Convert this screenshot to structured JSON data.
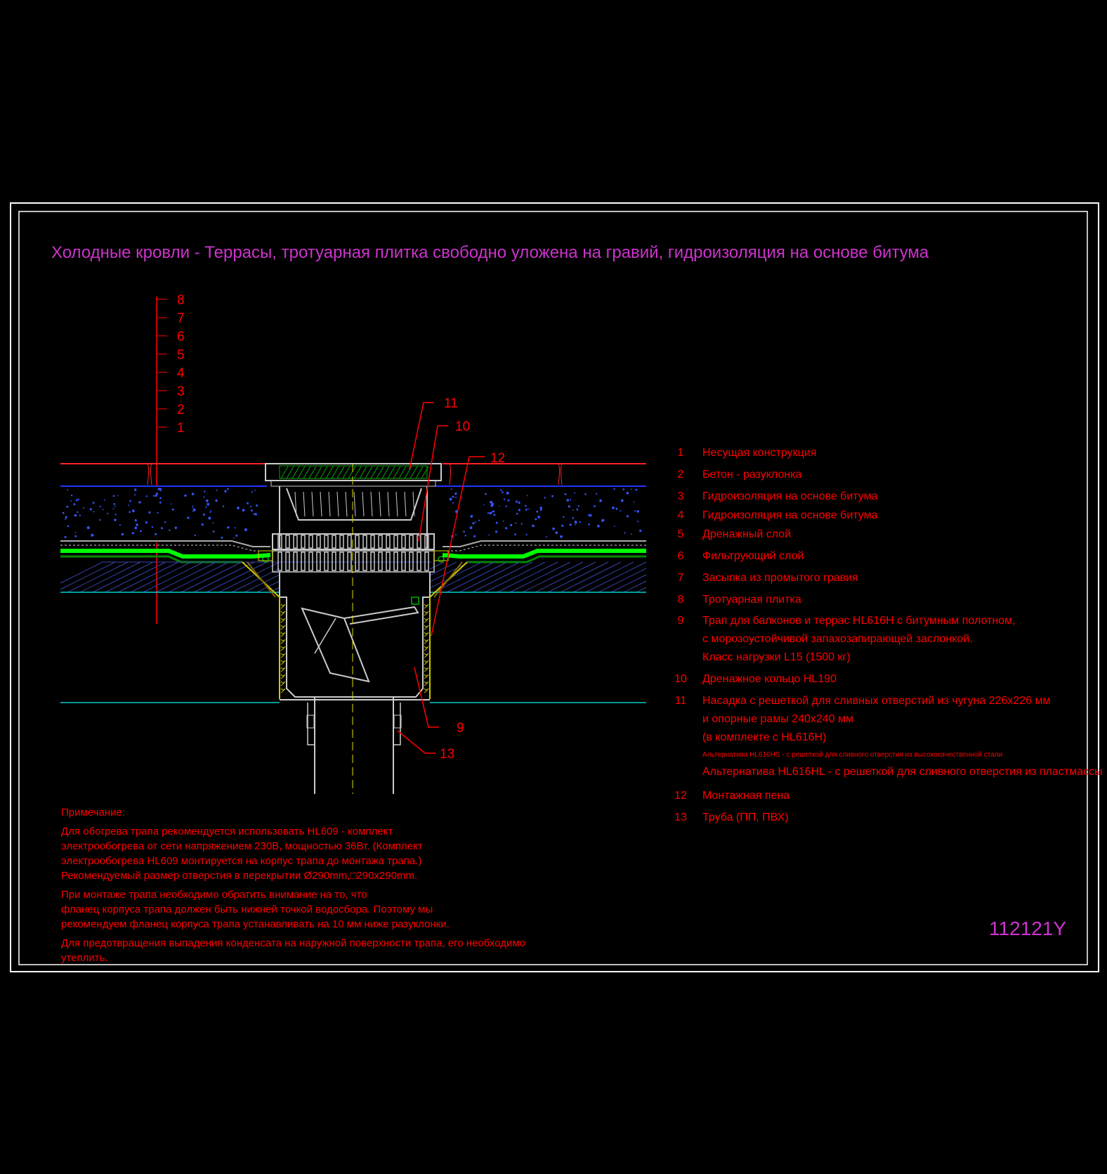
{
  "title": "Холодные кровли - Террасы, тротуарная плитка свободно уложена на гравий, гидроизоляция на основе битума",
  "drawing_code": "112121Y",
  "layer_scale_tags": [
    "8",
    "7",
    "6",
    "5",
    "4",
    "3",
    "2",
    "1"
  ],
  "callouts": {
    "c11": "11",
    "c10": "10",
    "c12": "12",
    "c9": "9",
    "c13": "13"
  },
  "legend": [
    {
      "num": "1",
      "text": "Несущая конструкция"
    },
    {
      "num": "2",
      "text": "Бетон - разуклонка"
    },
    {
      "num": "3",
      "text": "Гидроизоляция на основе битума"
    },
    {
      "num": "4",
      "text": "Гидроизоляция на основе битума"
    },
    {
      "num": "5",
      "text": "Дренажный слой"
    },
    {
      "num": "6",
      "text": "Фильтрующий слой"
    },
    {
      "num": "7",
      "text": "Засыпка из промытого гравия"
    },
    {
      "num": "8",
      "text": "Тротуарная плитка"
    },
    {
      "num": "9",
      "text": "Трап для балконов и террас HL616H с битумным полотном,"
    },
    {
      "num": "",
      "text": "с морозоустойчивой запахозапирающей заслонкой."
    },
    {
      "num": "",
      "text": "Класс нагрузки L15 (1500 кг)"
    },
    {
      "num": "10",
      "text": "Дренажное кольцо HL190"
    },
    {
      "num": "11",
      "text": "Насадка с решеткой для сливных отверстий из чугуна 226x226 мм"
    },
    {
      "num": "",
      "text": "и опорные рамы 240x240 мм"
    },
    {
      "num": "",
      "text": "(в комплекте с HL616H)"
    },
    {
      "num": "",
      "text": "Альтернатива HL616HS - с решеткой  для сливного отверстия из высококачественной стали"
    },
    {
      "num": "",
      "text": "Альтернатива HL616HL - с решеткой  для сливного отверстия из пластмассы"
    },
    {
      "num": "12",
      "text": "Монтажная пена"
    },
    {
      "num": "13",
      "text": "Труба (ПП, ПВХ)"
    }
  ],
  "notes": {
    "heading": "Примечание:",
    "p1": "Для обогрева трапа рекомендуется использовать HL609 - комплект\nэлектрообогрева от сети напряжением 230В, мощностью 36Вт. (Комплект\nэлектрообогрева HL609 монтируется на корпус трапа до монтажа трапа.)\nРекомендуемый размер отверстия в перекрытии Ø290mm,□290x290mm.",
    "p2": "При монтаже трапа необходимо обратить внимание на то, что\nфланец корпуса трапа должен быть нижней точкой водосбора. Поэтому мы\nрекомендуем фланец корпуса трапа устанавливать на 10 мм ниже разуклонки.",
    "p3": "Для предотвращения выпадения конденсата на наружной поверхности трапа, его необходимо утеплить."
  },
  "colors": {
    "background": "#000000",
    "frame": "#ffffff",
    "title": "#cc33cc",
    "text": "#ff0000",
    "membrane": "#00ff00",
    "gravel": "#0000ff",
    "concrete_hatch": "#3344aa",
    "insulation": "#cccc00",
    "base_line": "#00aaaa"
  }
}
